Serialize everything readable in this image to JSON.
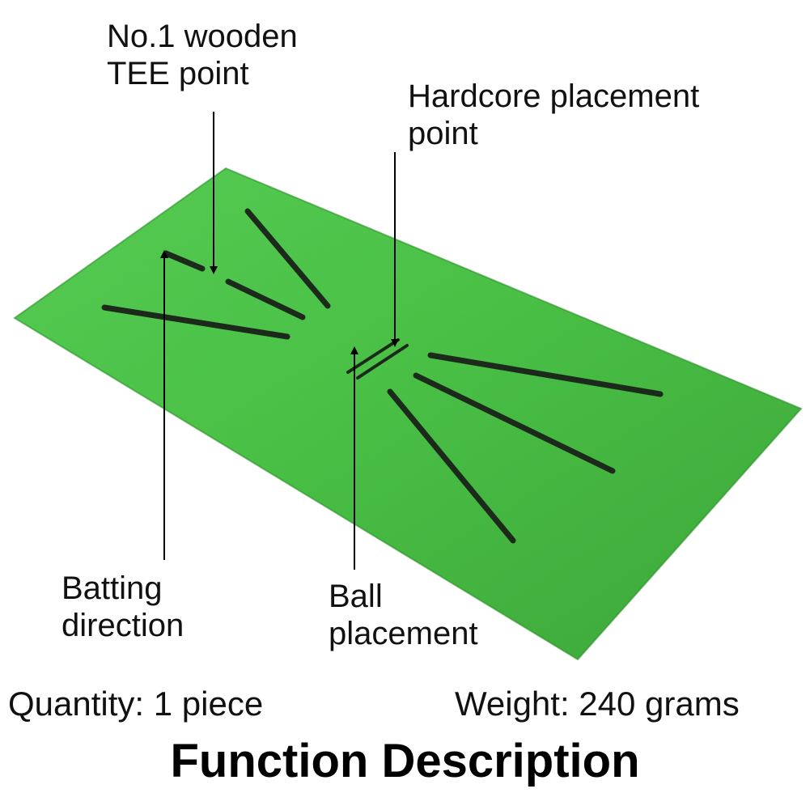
{
  "labels": {
    "tee": [
      "No.1 wooden",
      "TEE point"
    ],
    "hardcore": [
      "Hardcore placement",
      "point"
    ],
    "batting": [
      "Batting",
      "direction"
    ],
    "ball": [
      "Ball",
      "placement"
    ]
  },
  "specs": {
    "quantity": "Quantity: 1 piece",
    "weight": "Weight: 240 grams"
  },
  "title": "Function Description",
  "colors": {
    "mat_light": "#5fe05a",
    "mat_mid": "#3fc43a",
    "mat_dark": "#2f9a2c",
    "slot": "#1c2a1c",
    "arrow": "#000000"
  }
}
